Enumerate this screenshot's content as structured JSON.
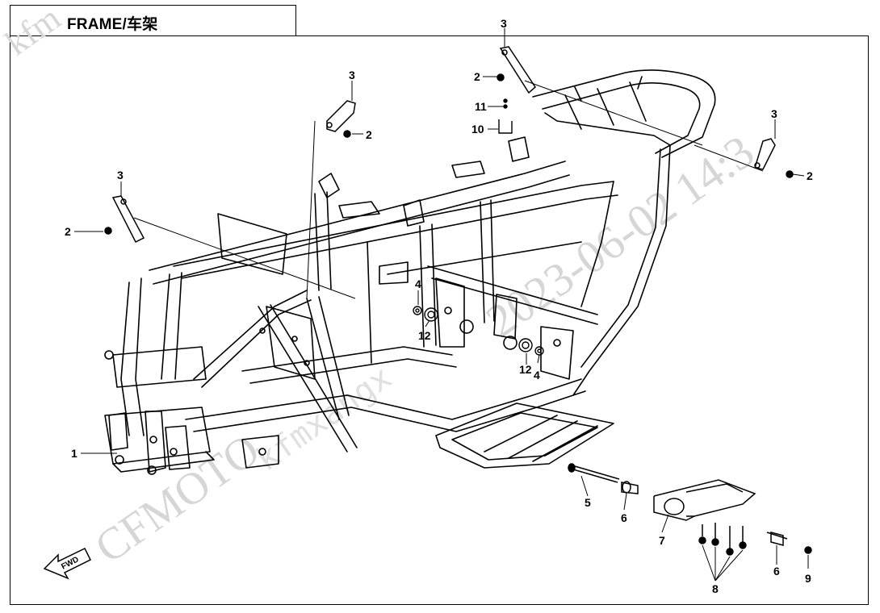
{
  "title": "FRAME/车架",
  "fwd_label": "FWD",
  "watermarks": {
    "corner": "kfm",
    "brand": "CFMOTO",
    "user": "kfmxangx",
    "date": "2023-06-02 14:3"
  },
  "callouts": {
    "c1": "1",
    "c2a": "2",
    "c2b": "2",
    "c2c": "2",
    "c2d": "2",
    "c3a": "3",
    "c3b": "3",
    "c3c": "3",
    "c3d": "3",
    "c4a": "4",
    "c4b": "4",
    "c5": "5",
    "c6a": "6",
    "c6b": "6",
    "c7": "7",
    "c8": "8",
    "c9": "9",
    "c10": "10",
    "c11": "11",
    "c12a": "12",
    "c12b": "12"
  },
  "colors": {
    "line": "#000000",
    "watermark": "#d6d6d6"
  }
}
